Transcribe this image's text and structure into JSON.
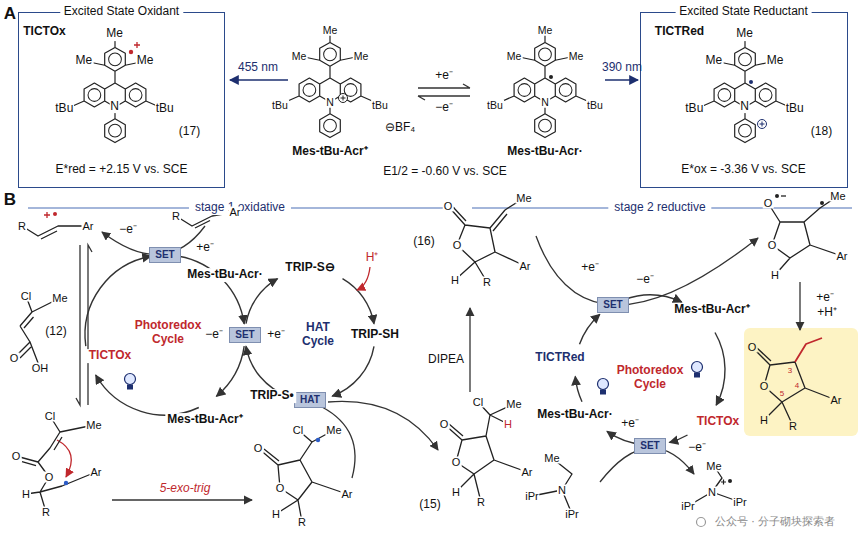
{
  "diagram": {
    "nodes": [
      {
        "text": [
          "Excited State Oxidant",
          "TICTOx",
          "Me",
          "Me",
          "Me",
          "tBu",
          "tBu",
          "N",
          "(17)",
          "E*red = +2.15 V vs. SCE"
        ]
      },
      {
        "text": [
          "Excited State Reductant",
          "TICTRed",
          "Me",
          "Me",
          "Me",
          "tBu",
          "tBu",
          "N",
          "(18)",
          "E*ox = -3.36 V vs. SCE"
        ]
      },
      {
        "text": [
          "SET"
        ]
      },
      {
        "text": [
          "SET"
        ]
      },
      {
        "text": [
          "HAT"
        ]
      },
      {
        "text": [
          "SET"
        ]
      },
      {
        "text": [
          "SET"
        ]
      }
    ],
    "labels": [
      "A",
      "Me",
      "Me",
      "Me",
      "tBu",
      "tBu",
      "N",
      "⊖BF₄",
      "Mes-tBu-Acr⁺",
      "455 nm",
      "+e⁻",
      "−e⁻",
      "E1/2 = -0.60 V vs. SCE",
      "Me",
      "Me",
      "Me",
      "tBu",
      "tBu",
      "N",
      "Mes-tBu-Acr·",
      "390 nm",
      "B",
      "stage 1 oxidative",
      "stage 2 reductive",
      "R",
      "Ar",
      "−e⁻",
      "+e⁻",
      "R",
      "Ar",
      "Mes-tBu-Acr·",
      "Photoredox Cycle",
      "TICTOx",
      "Mes-tBu-Acr⁺",
      "−e⁻",
      "+e⁻",
      "TRIP-S⊖",
      "H⁺",
      "TRIP-SH",
      "HAT Cycle",
      "TRIP-S•",
      "Cl",
      "Me",
      "(12)",
      "O",
      "OH",
      "Cl",
      "Me",
      "O",
      "O",
      "H",
      "R",
      "Ar",
      "5-exo-trig",
      "O",
      "Cl",
      "Me",
      "O",
      "Ar",
      "H",
      "R",
      "O",
      "Me",
      "O",
      "Ar",
      "H",
      "R",
      "(16)",
      "DIPEA",
      "O",
      "Cl",
      "Me",
      "H",
      "O",
      "Ar",
      "H",
      "R",
      "(15)",
      "+e⁻",
      "−e⁻",
      "TICTRed",
      "Mes-tBu-Acr⁺",
      "Photoredox Cycle",
      "TICTOx",
      "Mes-tBu-Acr·",
      "+e⁻",
      "−e⁻",
      "Me",
      "N",
      "iPr",
      "iPr",
      "Me",
      "N",
      "iPr",
      "iPr",
      "O",
      "Me",
      "O",
      "H",
      "Ar",
      "+e⁻",
      "+H⁺",
      "O",
      "3",
      "4",
      "5",
      "O",
      "H",
      "R",
      "Ar",
      "公众号 · 分子砌块探索者"
    ]
  }
}
